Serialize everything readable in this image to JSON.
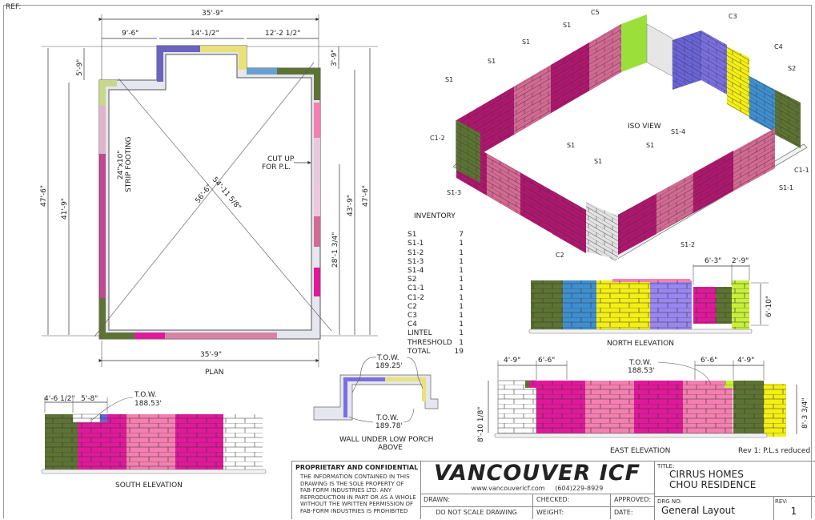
{
  "sheet": {
    "ref_label": "REF:",
    "rev_note": "Rev 1: P.L.s reduced"
  },
  "colors": {
    "olive": "#5d7333",
    "magenta": "#e0199a",
    "dark_magenta": "#b0166f",
    "pink": "#f47fb0",
    "mauve": "#d46a93",
    "lime": "#c8f03a",
    "green_lime": "#9be03a",
    "violet": "#7a6fe0",
    "yellow": "#f4ef14",
    "blue": "#3f8fd0",
    "white_block": "#ffffff",
    "grey_block": "#dcdcdc",
    "footing": "#e6e6ee",
    "purple_plan": "#6a63c0"
  },
  "plan": {
    "title": "PLAN",
    "dims_top": {
      "overall": "35'-9\"",
      "seg1": "9'-6\"",
      "seg2": "14'-1/2\"",
      "seg3": "12'-2 1/2\""
    },
    "dim_bottom": "35'-9\"",
    "dims_left": {
      "outer": "47'-6\"",
      "inner": "41'-9\"",
      "top_jog": "5'-9\""
    },
    "dims_right": {
      "outer": "47'-6\"",
      "mid": "43'-9\"",
      "lower": "28'-1 3/4\"",
      "top_jog": "3'-9\""
    },
    "diagonals": {
      "d1": "56'-6\"",
      "d2": "54'-11 5/8\""
    },
    "notes": {
      "footing_line1": "24\"x10\"",
      "footing_line2": "STRIP FOOTING",
      "cut_line1": "CUT UP",
      "cut_line2": "FOR  P.L."
    }
  },
  "iso": {
    "title": "ISO VIEW",
    "callouts": [
      "C5",
      "C3",
      "S1",
      "S1",
      "S1",
      "S1",
      "C4",
      "S2",
      "C1-2",
      "S1-4",
      "S1",
      "S1",
      "S1",
      "C1-1",
      "S1-3",
      "S1-1",
      "S1-2",
      "C2"
    ]
  },
  "inventory": {
    "title": "INVENTORY",
    "rows": [
      {
        "item": "S1",
        "qty": "7"
      },
      {
        "item": "S1-1",
        "qty": "1"
      },
      {
        "item": "S1-2",
        "qty": "1"
      },
      {
        "item": "S1-3",
        "qty": "1"
      },
      {
        "item": "S1-4",
        "qty": "1"
      },
      {
        "item": "S2",
        "qty": "1"
      },
      {
        "item": "C1-1",
        "qty": "1"
      },
      {
        "item": "C1-2",
        "qty": "1"
      },
      {
        "item": "C2",
        "qty": "1"
      },
      {
        "item": "C3",
        "qty": "1"
      },
      {
        "item": "C4",
        "qty": "1"
      },
      {
        "item": "LINTEL",
        "qty": "1"
      },
      {
        "item": "THRESHOLD",
        "qty": "1"
      }
    ],
    "total_label": "TOTAL",
    "total_qty": "19"
  },
  "north_elevation": {
    "title": "NORTH ELEVATION",
    "dims": {
      "opening": "6'-3\"",
      "side": "2'-9\"",
      "height": "6'-10\""
    }
  },
  "east_elevation": {
    "title": "EAST ELEVATION",
    "dims": {
      "left1": "4'-9\"",
      "left2": "6'-6\"",
      "right1": "6'-6\"",
      "right2": "4'-9\"",
      "height_left": "8'-10 1/8\"",
      "height_right": "8'-3 3/4\""
    },
    "tow_label": "T.O.W.",
    "tow_value": "188.53'"
  },
  "south_elevation": {
    "title": "SOUTH ELEVATION",
    "dims": {
      "left": "4'-6 1/2\"",
      "opening": "5'-8\""
    },
    "tow_label": "T.O.W.",
    "tow_value": "188.53'"
  },
  "porch_wall": {
    "title_line1": "WALL UNDER LOW PORCH",
    "title_line2": "ABOVE",
    "tow_label": "T.O.W.",
    "tow_top": "189.25'",
    "tow_bottom": "189.78'"
  },
  "title_block": {
    "prop_heading": "PROPRIETARY AND CONFIDENTIAL",
    "prop_text": [
      "THE INFORMATION CONTAINED IN THIS",
      "DRAWING IS THE SOLE PROPERTY OF",
      "FAB-FORM INDUSTRIES LTD. ANY",
      "REPRODUCTION IN PART OR AS A WHOLE",
      "WITHOUT THE WRITTEN PERMISSION OF",
      "FAB-FORM INDUSTRIES IS PROHIBITED"
    ],
    "company": "VANCOUVER ICF",
    "website": "www.vancouvericf.com",
    "phone": "(604)229-8929",
    "drawn_label": "DRAWN:",
    "checked_label": "CHECKED:",
    "approved_label": "APPROVED:",
    "noscale": "DO NOT SCALE DRAWING",
    "weight_label": "WEIGHT:",
    "date_label": "DATE:",
    "title_label": "TITLE:",
    "title_line1": "CIRRUS HOMES",
    "title_line2": "CHOU RESIDENCE",
    "drg_label": "DRG NO:",
    "drg_value": "General Layout",
    "rev_label": "REV:",
    "rev_value": "1"
  }
}
